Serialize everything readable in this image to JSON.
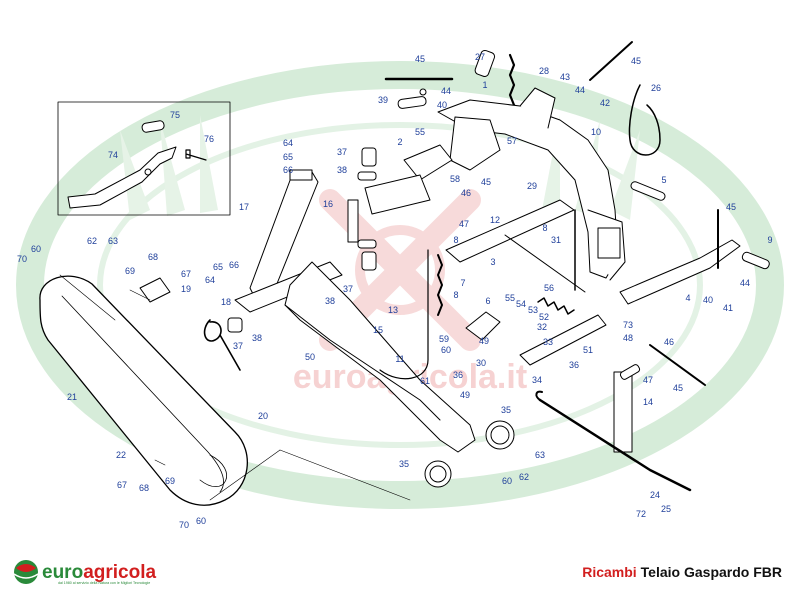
{
  "colors": {
    "callout": "#1f3f9a",
    "line": "#000000",
    "watermark_green": "#cfe8d2",
    "watermark_red": "#f3c4c4",
    "brand_green": "#2a8a3a",
    "brand_red": "#d21f1f"
  },
  "watermark": {
    "text": "euroagricola.it",
    "icon": "crossed-tools-icon"
  },
  "footer": {
    "logo": {
      "icon": "euroagricola-globe-icon",
      "name_part1": "euro",
      "name_part2": "agricola",
      "tagline": "dal 1980 al servizio della Natura con le Migliori Tecnologie"
    },
    "title": {
      "part1": "Ricambi",
      "part2": "Telaio Gaspardo FBR"
    }
  },
  "callouts": [
    "45",
    "27",
    "28",
    "1",
    "43",
    "44",
    "42",
    "45",
    "26",
    "39",
    "44",
    "40",
    "10",
    "75",
    "76",
    "74",
    "55",
    "2",
    "57",
    "64",
    "65",
    "66",
    "37",
    "38",
    "58",
    "29",
    "5",
    "45",
    "17",
    "16",
    "46",
    "47",
    "12",
    "8",
    "31",
    "45",
    "9",
    "62",
    "63",
    "60",
    "70",
    "69",
    "19",
    "68",
    "67",
    "65",
    "66",
    "64",
    "37",
    "38",
    "8",
    "3",
    "7",
    "8",
    "4",
    "40",
    "44",
    "41",
    "54",
    "53",
    "52",
    "56",
    "55",
    "6",
    "73",
    "32",
    "33",
    "48",
    "46",
    "13",
    "51",
    "50",
    "15",
    "37",
    "38",
    "59",
    "60",
    "30",
    "49",
    "35",
    "36",
    "34",
    "61",
    "49",
    "45",
    "47",
    "14",
    "21",
    "20",
    "22",
    "67",
    "68",
    "69",
    "35",
    "63",
    "62",
    "60",
    "24",
    "25",
    "72",
    "70",
    "60",
    "36",
    "18",
    "11"
  ]
}
